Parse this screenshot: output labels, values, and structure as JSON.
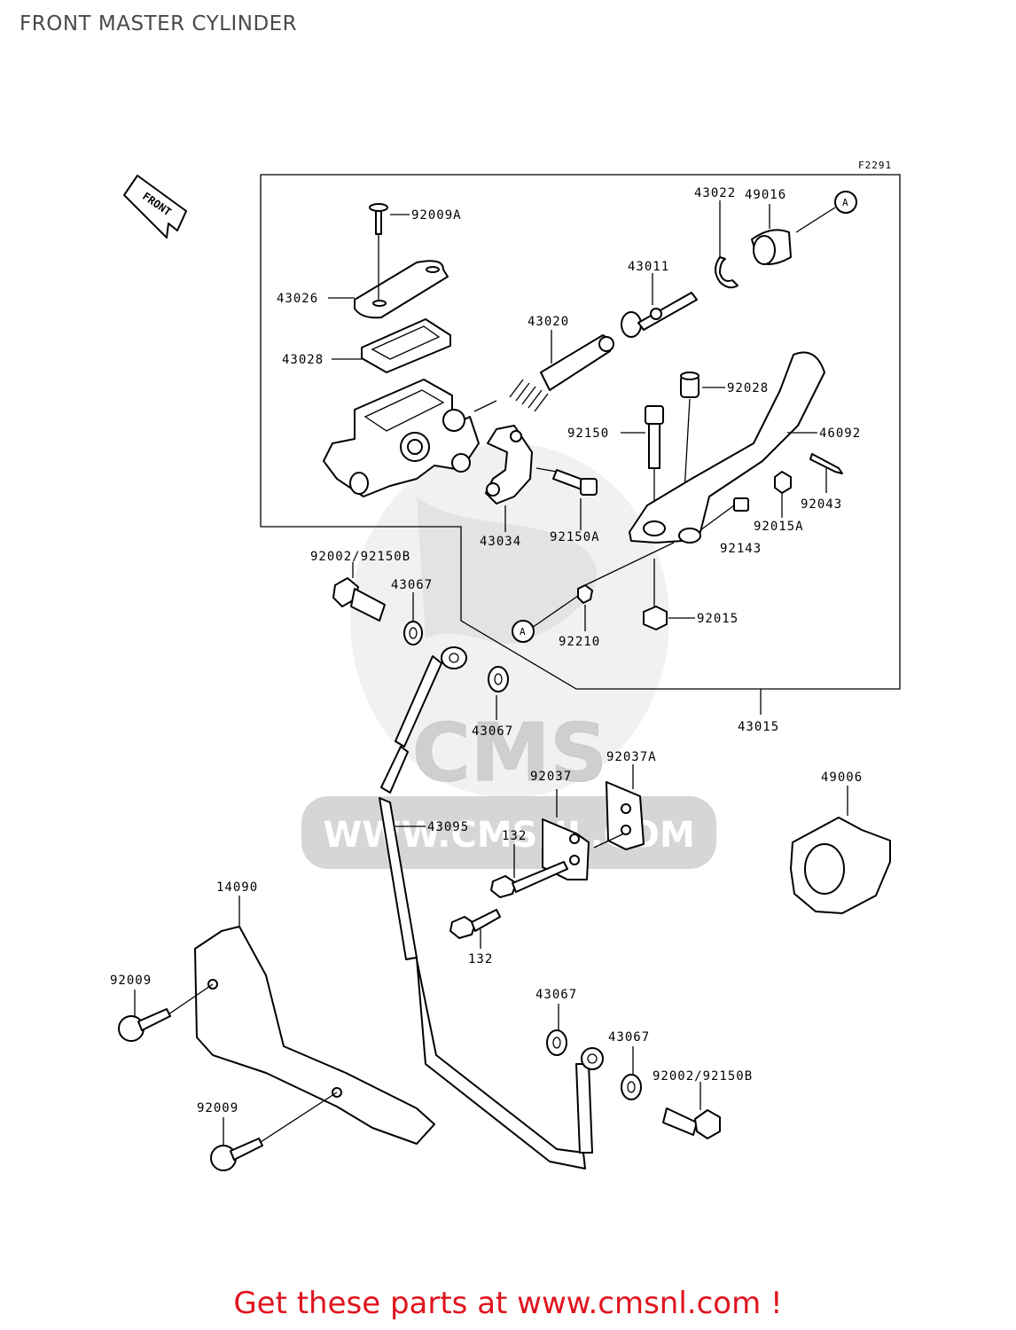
{
  "title": "FRONT MASTER CYLINDER",
  "figure_code": "F2291",
  "front_label": "FRONT",
  "watermark": {
    "brand": "CMS",
    "url": "WWW.CMSNL.COM"
  },
  "callout_ref": "A",
  "part_labels": {
    "p92009A": "92009A",
    "p43026": "43026",
    "p43028": "43028",
    "p43020": "43020",
    "p43011": "43011",
    "p43022": "43022",
    "p49016": "49016",
    "p92028": "92028",
    "p92150": "92150",
    "p46092": "46092",
    "p92043": "92043",
    "p92015A": "92015A",
    "p92143": "92143",
    "p43034": "43034",
    "p92150A": "92150A",
    "p92002_92150B_top": "92002/92150B",
    "p43067_a": "43067",
    "p92210": "92210",
    "p92015": "92015",
    "p43067_b": "43067",
    "p43015": "43015",
    "p92037A": "92037A",
    "p92037": "92037",
    "p49006": "49006",
    "p43095": "43095",
    "p132_top": "132",
    "p132_bottom": "132",
    "p14090": "14090",
    "p92009_top": "92009",
    "p92009_bottom": "92009",
    "p43067_c": "43067",
    "p43067_d": "43067",
    "p92002_92150B_bottom": "92002/92150B"
  },
  "footer": "Get these parts at www.cmsnl.com !",
  "colors": {
    "footer_text": "#e0141e",
    "watermark": "#d6d6d6",
    "line_art": "#000000"
  }
}
